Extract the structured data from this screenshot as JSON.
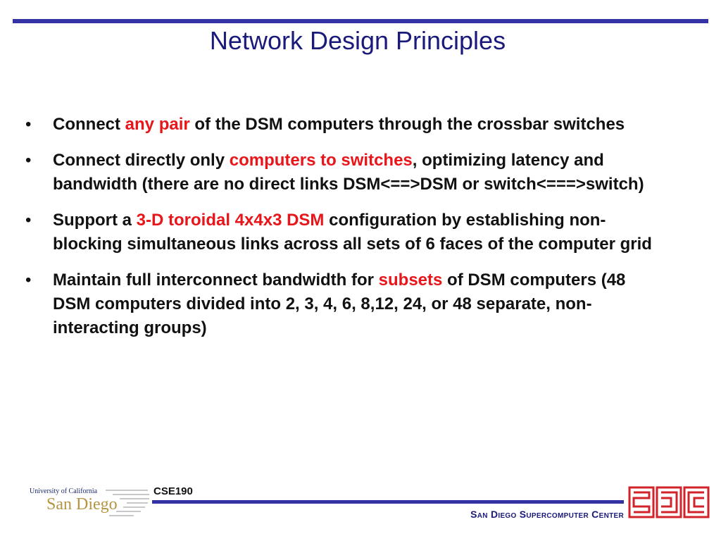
{
  "slide": {
    "title": "Network Design Principles",
    "bullets": [
      {
        "marker": "•",
        "before": "Connect ",
        "highlight": "any pair",
        "after": " of the DSM computers through the crossbar switches"
      },
      {
        "marker": "•",
        "before": "Connect directly only ",
        "highlight": "computers to switches",
        "after": ", optimizing latency and bandwidth (there are no direct links DSM<==>DSM or switch<===>switch)"
      },
      {
        "marker": "•",
        "before": "Support a ",
        "highlight": "3-D toroidal 4x4x3 DSM",
        "after": " configuration by establishing non-blocking simultaneous links across all sets of 6 faces of the computer grid"
      },
      {
        "marker": "•",
        "before": "Maintain full interconnect bandwidth for ",
        "highlight": "subsets",
        "after": " of DSM computers (48 DSM computers divided into 2, 3, 4, 6, 8,12, 24, or 48 separate, non-interacting groups)"
      }
    ]
  },
  "footer": {
    "course": "CSE190",
    "center_name": "San Diego Supercomputer Center",
    "ucsd_logo": {
      "line1": "University of California",
      "line2": "San Diego"
    }
  },
  "colors": {
    "title": "#1a1a7a",
    "rule": "#3333a6",
    "highlight": "#e8151b",
    "logo_red": "#d2232a",
    "logo_gold": "#b49544"
  }
}
